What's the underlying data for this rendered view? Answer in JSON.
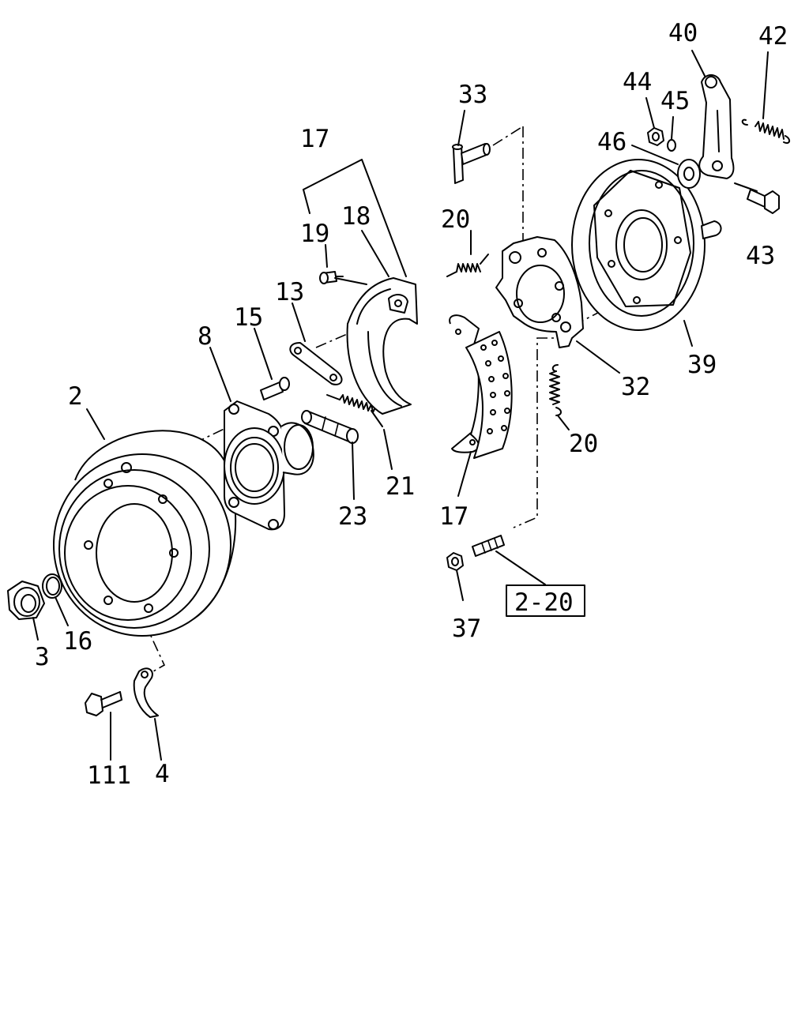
{
  "callouts": {
    "c2": "2",
    "c3": "3",
    "c4": "4",
    "c8": "8",
    "c13": "13",
    "c15": "15",
    "c16": "16",
    "c17_top": "17",
    "c17_bottom": "17",
    "c18": "18",
    "c19": "19",
    "c20_top": "20",
    "c20_bottom": "20",
    "c21": "21",
    "c23": "23",
    "c32": "32",
    "c33": "33",
    "c37": "37",
    "c39": "39",
    "c40": "40",
    "c42": "42",
    "c43": "43",
    "c44": "44",
    "c45": "45",
    "c46": "46",
    "c111": "111"
  },
  "reference_box": "2-20"
}
